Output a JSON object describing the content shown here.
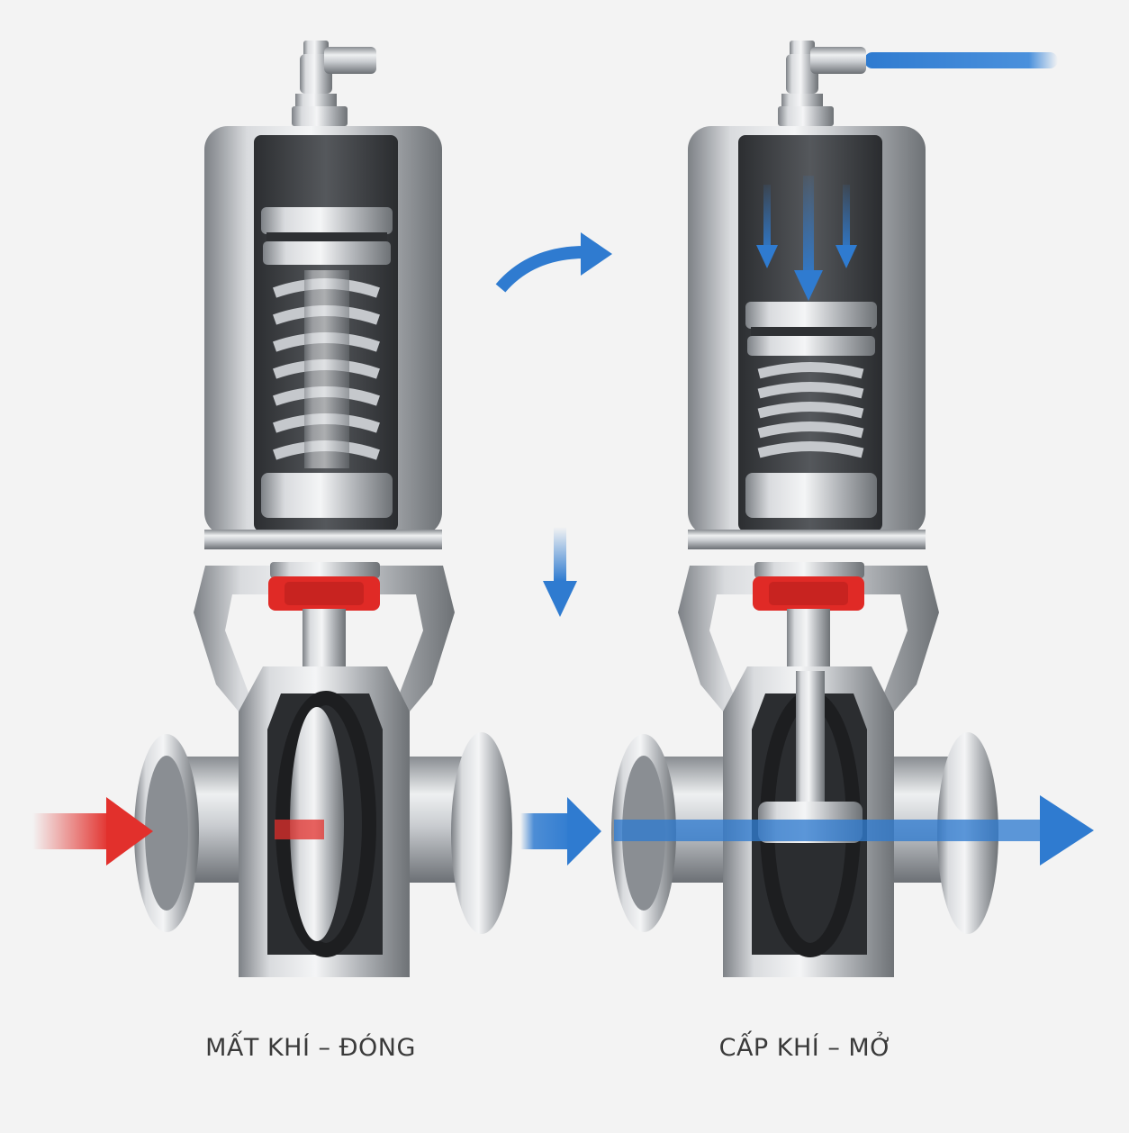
{
  "labels": {
    "closed_state": "MẤT KHÍ – ĐÓNG",
    "open_state": "CẤP KHÍ – MỞ"
  },
  "colors": {
    "background": "#f3f3f3",
    "steel": "#b9bcc0",
    "air_blue": "#2f7bd0",
    "flow_red": "#e2302c",
    "seal_red": "#e02a26",
    "gasket_black": "#222222"
  },
  "figure": {
    "left_valve": {
      "state": "closed",
      "air_supply": false
    },
    "right_valve": {
      "state": "open",
      "air_supply": true
    }
  }
}
